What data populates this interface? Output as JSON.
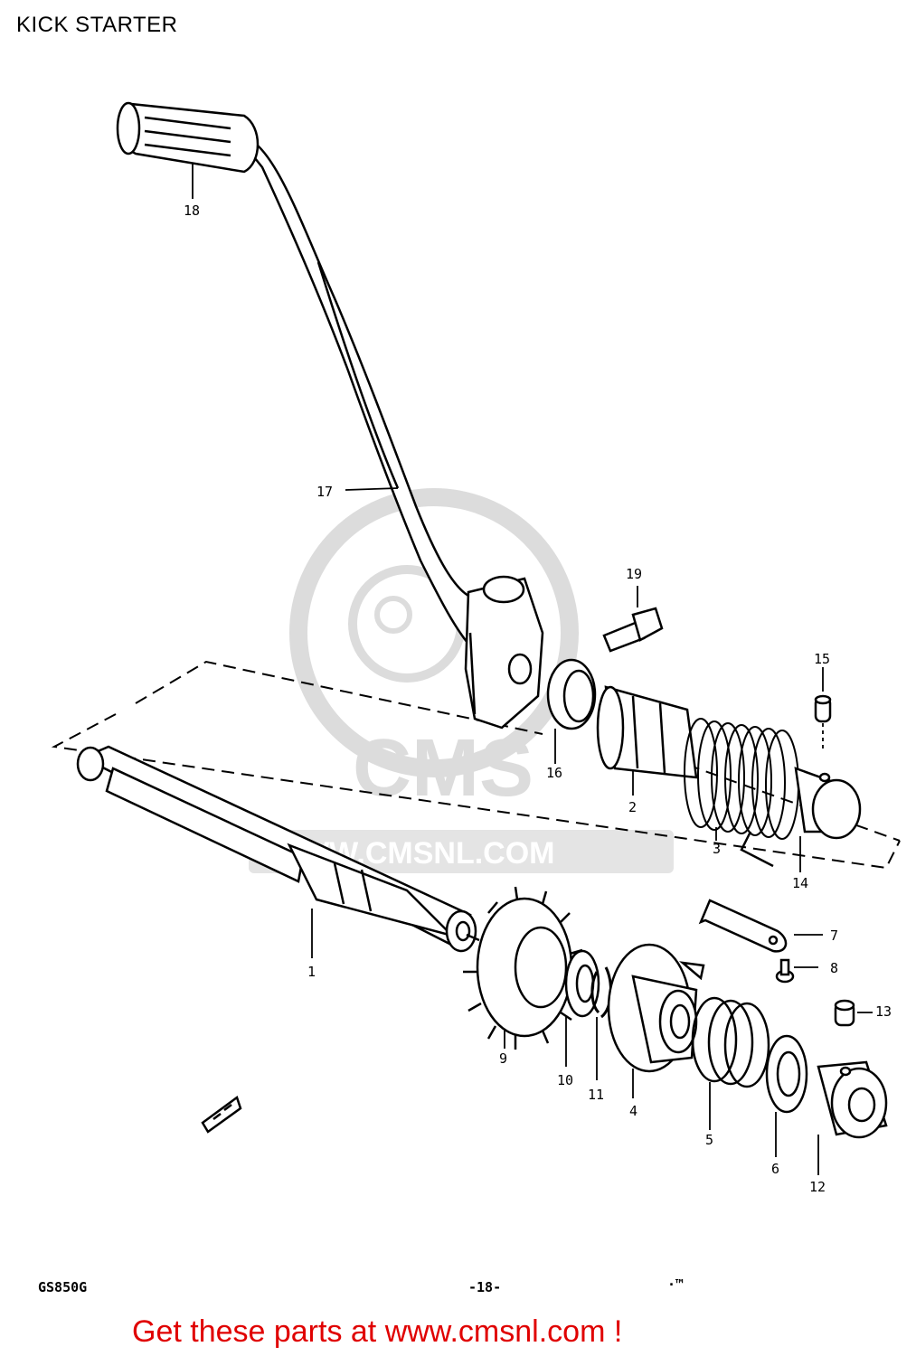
{
  "page": {
    "title": "KICK STARTER",
    "model_code": "GS850G",
    "page_number": "-18-",
    "page_mark": "·™",
    "footer_link": "Get these parts at www.cmsnl.com !"
  },
  "watermark": {
    "brand": "CMS",
    "url": "WWW.CMSNL.COM"
  },
  "callouts": [
    {
      "id": "1",
      "label": "1"
    },
    {
      "id": "2",
      "label": "2"
    },
    {
      "id": "3",
      "label": "3"
    },
    {
      "id": "4",
      "label": "4"
    },
    {
      "id": "5",
      "label": "5"
    },
    {
      "id": "6",
      "label": "6"
    },
    {
      "id": "7",
      "label": "7"
    },
    {
      "id": "8",
      "label": "8"
    },
    {
      "id": "9",
      "label": "9"
    },
    {
      "id": "10",
      "label": "10"
    },
    {
      "id": "11",
      "label": "11"
    },
    {
      "id": "12",
      "label": "12"
    },
    {
      "id": "13",
      "label": "13"
    },
    {
      "id": "14",
      "label": "14"
    },
    {
      "id": "15",
      "label": "15"
    },
    {
      "id": "16",
      "label": "16"
    },
    {
      "id": "17",
      "label": "17"
    },
    {
      "id": "18",
      "label": "18"
    },
    {
      "id": "19",
      "label": "19"
    }
  ],
  "colors": {
    "line": "#000000",
    "watermark": "#d9d9d9",
    "link": "#e00000",
    "background": "#ffffff"
  }
}
